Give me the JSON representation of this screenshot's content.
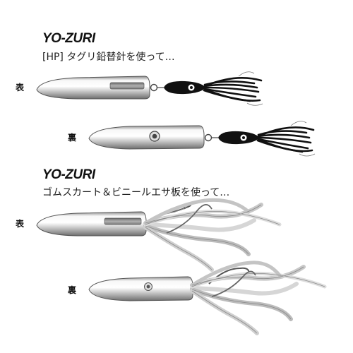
{
  "section1": {
    "brand": "YO-ZURI",
    "subtitle": "[HP] タグリ鉛替針を使って…",
    "front_label": "表",
    "back_label": "裏"
  },
  "section2": {
    "brand": "YO-ZURI",
    "subtitle": "ゴムスカート＆ビニールエサ板を使って…",
    "front_label": "表",
    "back_label": "裏"
  },
  "colors": {
    "body_light": "#f4f4f4",
    "body_dark": "#9a9a9a",
    "squid_skirt": "#111111",
    "rubber_skirt": "#bdbdbd"
  }
}
